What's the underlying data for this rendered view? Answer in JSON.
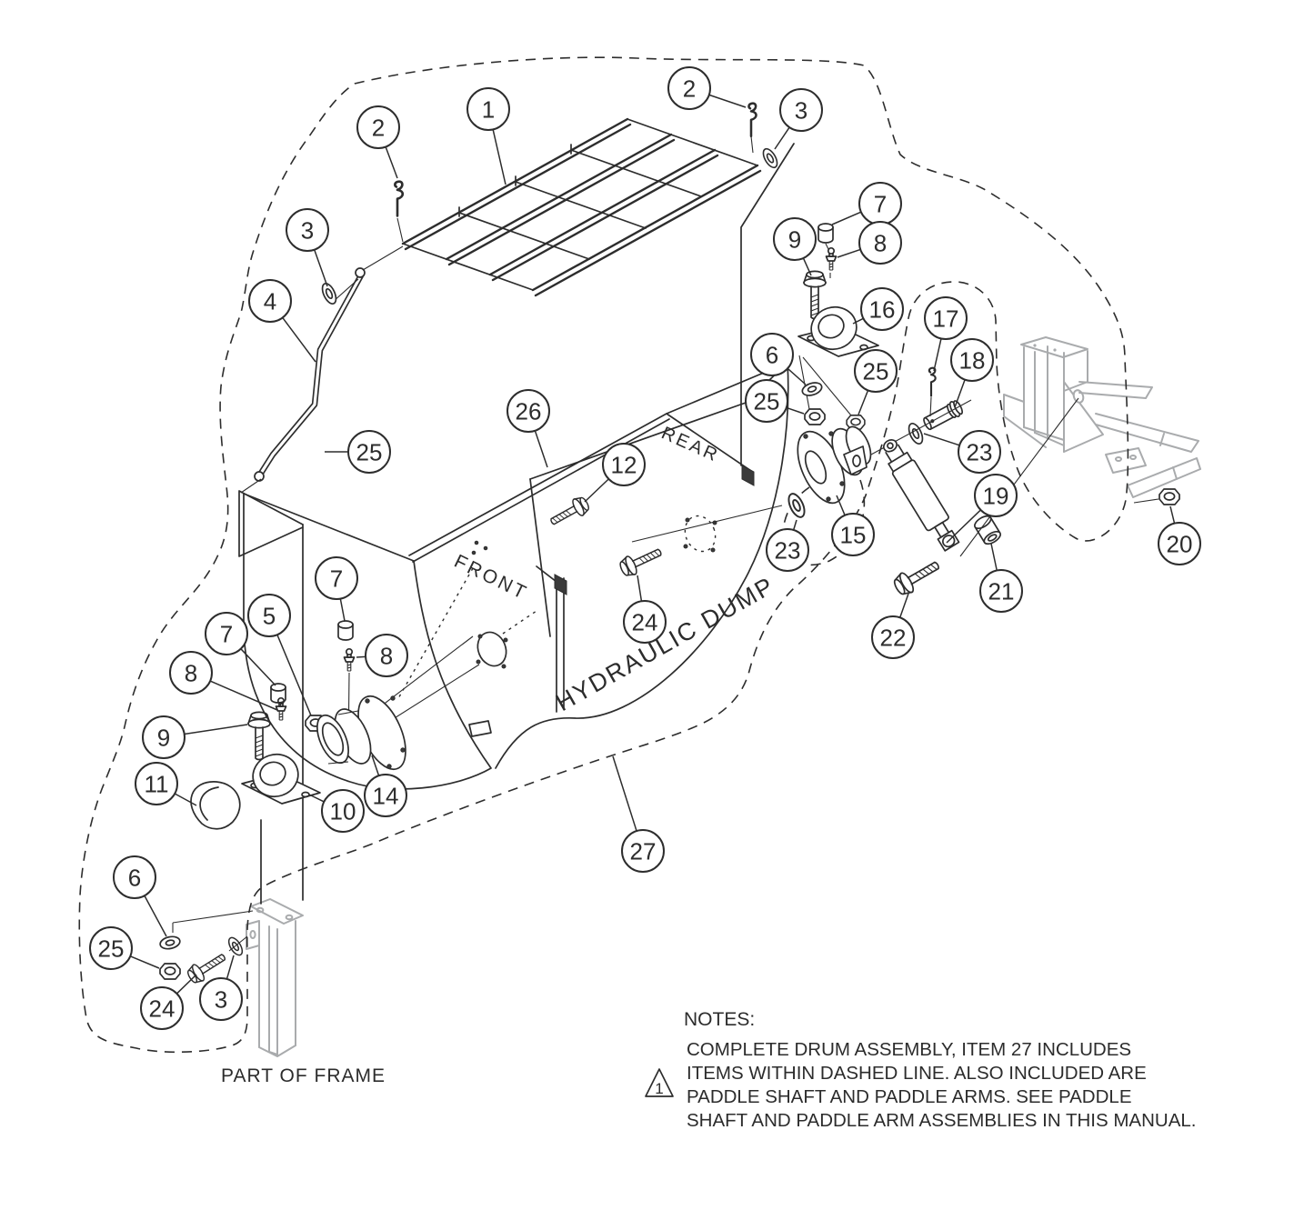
{
  "diagram": {
    "title": "Hydraulic dump drum assembly exploded parts diagram",
    "labels": {
      "front": "FRONT",
      "rear": "REAR",
      "hydraulic_dump": "HYDRAULIC DUMP",
      "part_of_frame": "PART OF FRAME"
    },
    "notes": {
      "heading": "NOTES:",
      "flag": "1",
      "lines": [
        "COMPLETE DRUM ASSEMBLY, ITEM 27 INCLUDES",
        "ITEMS WITHIN DASHED LINE. ALSO INCLUDED ARE",
        "PADDLE SHAFT AND PADDLE ARMS. SEE PADDLE",
        "SHAFT AND PADDLE  ARM ASSEMBLIES IN THIS MANUAL."
      ]
    },
    "colors": {
      "line": "#2d2d2d",
      "frame_gray": "#a9abad",
      "background": "#ffffff"
    },
    "callouts": [
      {
        "n": "1",
        "c": [
          537,
          120
        ],
        "l": [
          556,
          203
        ]
      },
      {
        "n": "2",
        "c": [
          416,
          140
        ],
        "l": [
          437,
          196
        ]
      },
      {
        "n": "2",
        "c": [
          758,
          97
        ],
        "l": [
          820,
          118
        ]
      },
      {
        "n": "3",
        "c": [
          881,
          121
        ],
        "l": [
          852,
          164
        ]
      },
      {
        "n": "3",
        "c": [
          338,
          253
        ],
        "l": [
          360,
          315
        ]
      },
      {
        "n": "4",
        "c": [
          297,
          331
        ],
        "l": [
          347,
          398
        ]
      },
      {
        "n": "7",
        "c": [
          968,
          224
        ],
        "l": [
          915,
          247
        ]
      },
      {
        "n": "9",
        "c": [
          874,
          263
        ],
        "l": [
          892,
          303
        ]
      },
      {
        "n": "8",
        "c": [
          968,
          267
        ],
        "l": [
          921,
          283
        ]
      },
      {
        "n": "16",
        "c": [
          970,
          340
        ],
        "l": [
          938,
          356
        ]
      },
      {
        "n": "17",
        "c": [
          1040,
          350
        ],
        "l": [
          1027,
          408
        ]
      },
      {
        "n": "18",
        "c": [
          1069,
          396
        ],
        "l": [
          1050,
          448
        ]
      },
      {
        "n": "6",
        "c": [
          849,
          390
        ],
        "l": [
          886,
          423
        ]
      },
      {
        "n": "25",
        "c": [
          843,
          441
        ],
        "l": [
          884,
          455
        ]
      },
      {
        "n": "25",
        "c": [
          963,
          408
        ],
        "l": [
          944,
          456
        ]
      },
      {
        "n": "23",
        "c": [
          1077,
          497
        ],
        "l": [
          1016,
          477
        ]
      },
      {
        "n": "26",
        "c": [
          581,
          452
        ],
        "l": [
          602,
          514
        ]
      },
      {
        "n": "12",
        "c": [
          686,
          511
        ],
        "l": [
          643,
          552
        ]
      },
      {
        "n": "25",
        "c": [
          406,
          497
        ],
        "l": [
          357,
          497
        ]
      },
      {
        "n": "23",
        "c": [
          866,
          605
        ],
        "l": [
          876,
          572
        ]
      },
      {
        "n": "15",
        "c": [
          938,
          588
        ],
        "l": [
          920,
          545
        ]
      },
      {
        "n": "19",
        "c": [
          1095,
          545
        ],
        "l": [
          1041,
          597
        ]
      },
      {
        "n": "20",
        "c": [
          1297,
          598
        ],
        "l": [
          1287,
          557
        ]
      },
      {
        "n": "21",
        "c": [
          1101,
          650
        ],
        "l": [
          1090,
          598
        ]
      },
      {
        "n": "22",
        "c": [
          982,
          701
        ],
        "l": [
          999,
          653
        ]
      },
      {
        "n": "24",
        "c": [
          709,
          684
        ],
        "l": [
          701,
          633
        ]
      },
      {
        "n": "7",
        "c": [
          370,
          636
        ],
        "l": [
          379,
          683
        ]
      },
      {
        "n": "5",
        "c": [
          296,
          677
        ],
        "l": [
          342,
          787
        ]
      },
      {
        "n": "7",
        "c": [
          249,
          697
        ],
        "l": [
          303,
          754
        ]
      },
      {
        "n": "8",
        "c": [
          425,
          721
        ],
        "l": [
          392,
          723
        ]
      },
      {
        "n": "8",
        "c": [
          210,
          740
        ],
        "l": [
          305,
          781
        ]
      },
      {
        "n": "9",
        "c": [
          180,
          811
        ],
        "l": [
          272,
          797
        ]
      },
      {
        "n": "11",
        "c": [
          172,
          862
        ],
        "l": [
          216,
          886
        ]
      },
      {
        "n": "10",
        "c": [
          377,
          892
        ],
        "l": [
          340,
          874
        ]
      },
      {
        "n": "14",
        "c": [
          424,
          875
        ],
        "l": [
          409,
          831
        ]
      },
      {
        "n": "27",
        "c": [
          707,
          936
        ],
        "l": [
          674,
          832
        ]
      },
      {
        "n": "6",
        "c": [
          148,
          965
        ],
        "l": [
          183,
          1030
        ]
      },
      {
        "n": "25",
        "c": [
          122,
          1043
        ],
        "l": [
          175,
          1065
        ]
      },
      {
        "n": "24",
        "c": [
          178,
          1109
        ],
        "l": [
          216,
          1072
        ]
      },
      {
        "n": "3",
        "c": [
          243,
          1099
        ],
        "l": [
          257,
          1051
        ]
      }
    ]
  }
}
